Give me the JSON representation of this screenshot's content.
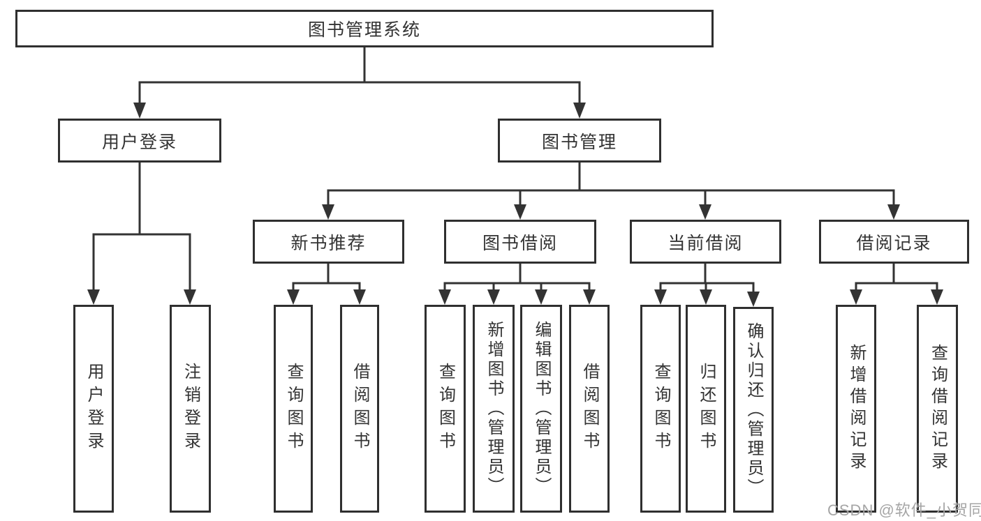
{
  "tree": {
    "root": "图书管理系统",
    "children": [
      {
        "label": "用户登录",
        "children": [
          "用户登录",
          "注销登录"
        ]
      },
      {
        "label": "图书管理",
        "children": [
          {
            "label": "新书推荐",
            "children": [
              "查询图书",
              "借阅图书"
            ]
          },
          {
            "label": "图书借阅",
            "children": [
              "查询图书",
              "新增图书（管理员）",
              "编辑图书（管理员）",
              "借阅图书"
            ]
          },
          {
            "label": "当前借阅",
            "children": [
              "查询图书",
              "归还图书",
              "确认归还（管理员）"
            ]
          },
          {
            "label": "借阅记录",
            "children": [
              "新增借阅记录",
              "查询借阅记录"
            ]
          }
        ]
      }
    ]
  },
  "watermark": {
    "text": "CSDN @软件_小贺同学"
  },
  "colors": {
    "line": "#333333",
    "box_border": "#2f2f2f",
    "text": "#333333",
    "watermark": "#a5a5a5"
  }
}
